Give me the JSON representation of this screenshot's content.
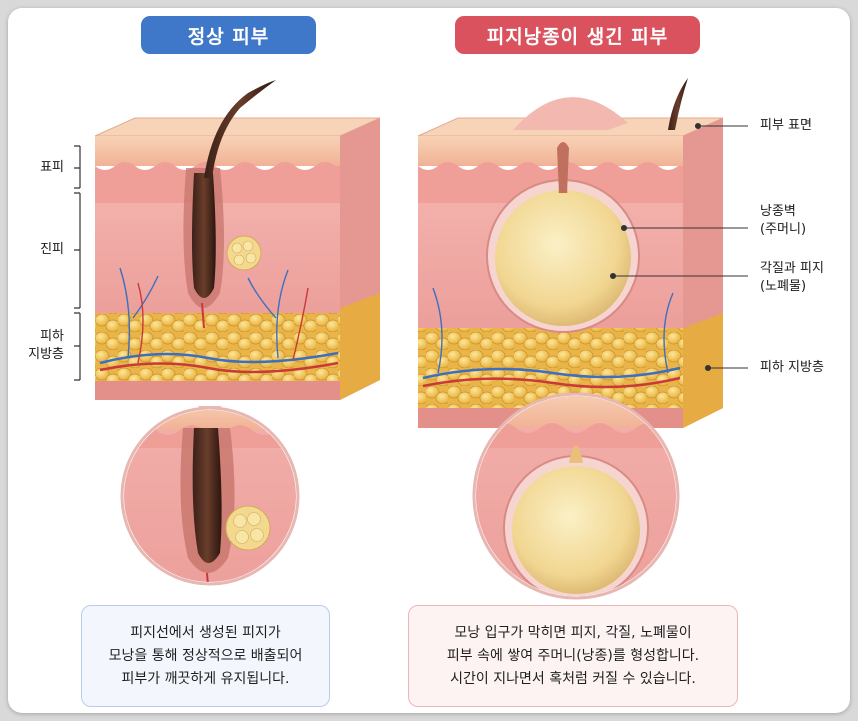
{
  "normal": {
    "title": "정상 피부",
    "layers": {
      "epidermis": "표피",
      "dermis": "진피",
      "subcutaneous_line1": "피하",
      "subcutaneous_line2": "지방층"
    },
    "caption": [
      "피지선에서 생성된 피지가",
      "모낭을 통해 정상적으로 배출되어",
      "피부가 깨끗하게 유지됩니다."
    ]
  },
  "cyst": {
    "title": "피지낭종이 생긴 피부",
    "labels": {
      "surface": "피부 표면",
      "wall_line1": "낭종벽",
      "wall_line2": "(주머니)",
      "content_line1": "각질과 피지",
      "content_line2": "(노폐물)",
      "fat": "피하 지방층"
    },
    "caption": [
      "모낭 입구가 막히면 피지, 각질, 노폐물이",
      "피부 속에 쌓여 주머니(낭종)를 형성합니다.",
      "시간이 지나면서 혹처럼 커질 수 있습니다."
    ]
  },
  "colors": {
    "blue": "#3f78c8",
    "red": "#d9525e",
    "skin": "#f2a9a4",
    "epidermis": "#f6c6a8",
    "fat": "#f2c65a",
    "cyst": "#f4d9a2"
  }
}
